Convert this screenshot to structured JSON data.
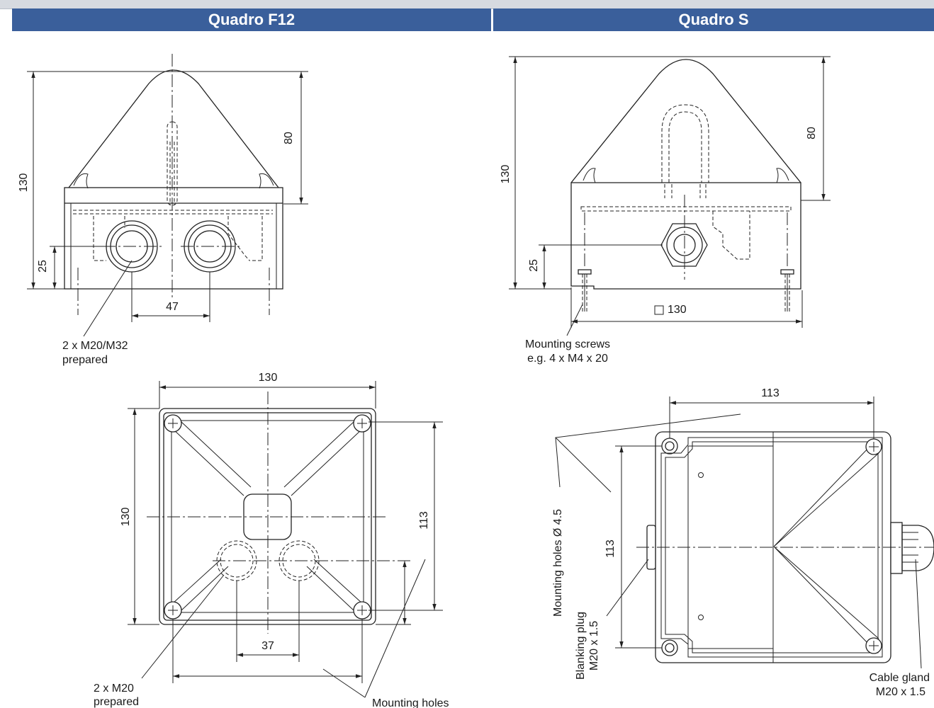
{
  "headers": {
    "left": "Quadro F12",
    "right": "Quadro S"
  },
  "f12_side": {
    "dim_height": "130",
    "dim_top": "80",
    "dim_offset": "25",
    "dim_spacing": "47",
    "callout_line1": "2 x M20/M32",
    "callout_line2": "prepared"
  },
  "f12_base": {
    "dim_width": "130",
    "dim_height": "130",
    "dim_holes": "113",
    "dim_spacing": "37",
    "callout_line1": "2 x M20",
    "callout_line2": "prepared",
    "callout_holes": "Mounting holes"
  },
  "s_side": {
    "dim_height": "130",
    "dim_top": "80",
    "dim_offset": "25",
    "dim_square": "130",
    "screws_line1": "Mounting screws",
    "screws_line2": "e.g. 4 x M4 x 20"
  },
  "s_base": {
    "dim_width": "113",
    "dim_height": "113",
    "holes_label": "Mounting holes Ø 4.5",
    "plug_line1": "Blanking plug",
    "plug_line2": "M20 x 1.5",
    "gland_line1": "Cable gland",
    "gland_line2": "M20 x 1.5"
  }
}
